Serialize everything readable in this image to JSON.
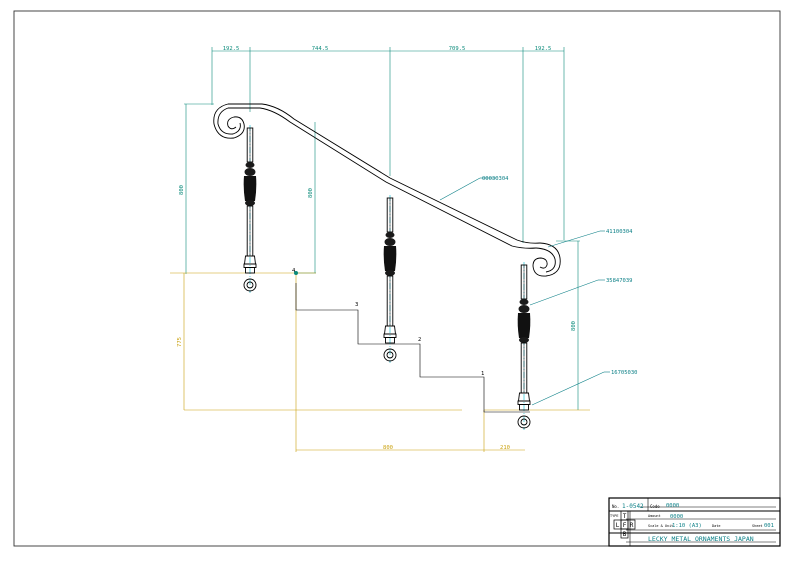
{
  "colors": {
    "cyan_dim": "#0a8a7a",
    "yellow_dim": "#c9a00a",
    "teal_leader": "#0a7f86",
    "center_line": "#00b8d0",
    "ink": "#000000",
    "frame": "#333333"
  },
  "dimensions": {
    "top": [
      "192.5",
      "744.5",
      "709.5",
      "192.5"
    ],
    "left_height": "800",
    "mid_height": "800",
    "right_height": "800",
    "stair_height": "775",
    "bottom_run": "800",
    "bottom_offset": "210"
  },
  "step_numbers": [
    "4",
    "3",
    "2",
    "1"
  ],
  "part_labels": {
    "handrail": "00030304",
    "scroll": "41100304",
    "baluster_upper": "35847039",
    "baluster_base": "16705030"
  },
  "title_block": {
    "drawing_no_label": "No.",
    "drawing_no": "1-0542",
    "code_label": "Code",
    "code": "0000",
    "type_label": "TYPE",
    "amount_label": "Amount",
    "amount": "0000",
    "scale_label": "Scale & Unit",
    "scale": "1:10 (A3)",
    "date_label": "Date",
    "sheet_label": "Sheet",
    "sheet": "001",
    "company": "LECKY METAL ORNAMENTS JAPAN",
    "view_letters": [
      "T",
      "L",
      "F",
      "R",
      "B"
    ]
  }
}
